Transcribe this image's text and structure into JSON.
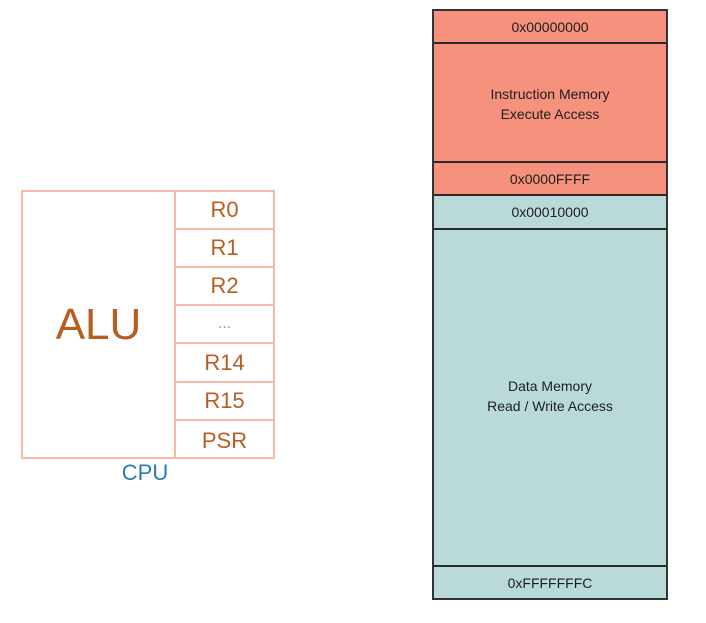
{
  "cpu": {
    "label": "CPU",
    "alu_label": "ALU",
    "registers": [
      "R0",
      "R1",
      "R2",
      "...",
      "R14",
      "R15",
      "PSR"
    ],
    "border_color": "#f7b9a3",
    "text_color": "#b85d20",
    "label_color": "#2a7ab6"
  },
  "memory_map": {
    "colors": {
      "instruction": "#f5917c",
      "data": "#b9dad8"
    },
    "segments": [
      {
        "text": "0x00000000",
        "region": "instruction"
      },
      {
        "text": "Instruction Memory\nExecute Access",
        "region": "instruction"
      },
      {
        "text": "0x0000FFFF",
        "region": "instruction"
      },
      {
        "text": "0x00010000",
        "region": "data"
      },
      {
        "text": "Data Memory\nRead / Write Access",
        "region": "data"
      },
      {
        "text": "0xFFFFFFFC",
        "region": "data"
      }
    ]
  }
}
